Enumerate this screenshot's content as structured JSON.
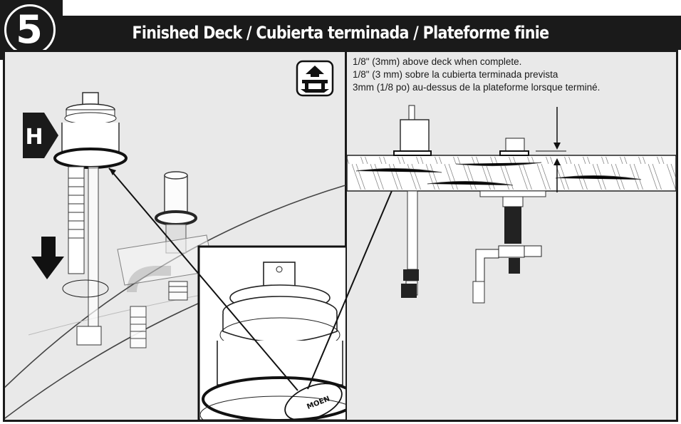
{
  "step": {
    "number": "5",
    "title": "Finished Deck / Cubierta terminada / Plateforme finie"
  },
  "left_panel": {
    "callout_label": "H",
    "icon": "finished-deck-icon",
    "zoom_brand_mark": "MOEN"
  },
  "right_panel": {
    "notes": [
      "1/8\" (3mm) above deck when complete.",
      "1/8\" (3 mm) sobre la cubierta terminada prevista",
      "3mm (1/8 po) au-dessus de la plateforme lorsque terminé."
    ]
  }
}
